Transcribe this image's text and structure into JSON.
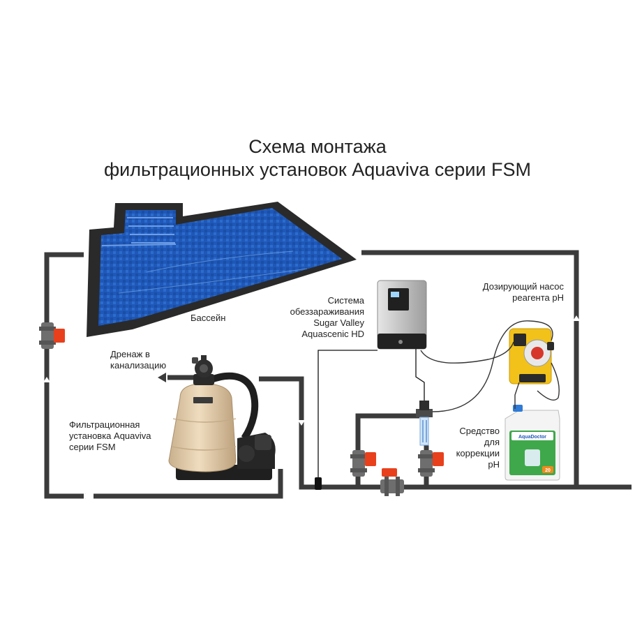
{
  "title": {
    "line1": "Схема монтажа",
    "line2": "фильтрационных установок Aquaviva серии FSM"
  },
  "labels": {
    "pool": "Бассейн",
    "disinfection": [
      "Система",
      "обеззараживания",
      "Sugar Valley",
      "Aquascenic HD"
    ],
    "dosing_pump": [
      "Дозирующий насос",
      "реагента pH"
    ],
    "drain": [
      "Дренаж в",
      "канализацию"
    ],
    "filter_unit": [
      "Фильтрационная",
      "установка Aquaviva",
      "серии FSM"
    ],
    "ph_agent": [
      "Средство",
      "для",
      "коррекции",
      "pH"
    ],
    "canister_brand": "AquaDoctor",
    "canister_volume": "20"
  },
  "colors": {
    "pipe": "#3b3b3b",
    "valve_handle": "#e8401c",
    "pool_water": "#1f58b8",
    "pool_edge": "#2a2a2a",
    "filter_tank": "#e4cfb0",
    "dosing_pump_body": "#f2c21a",
    "canister_label": "#3fa84a"
  }
}
